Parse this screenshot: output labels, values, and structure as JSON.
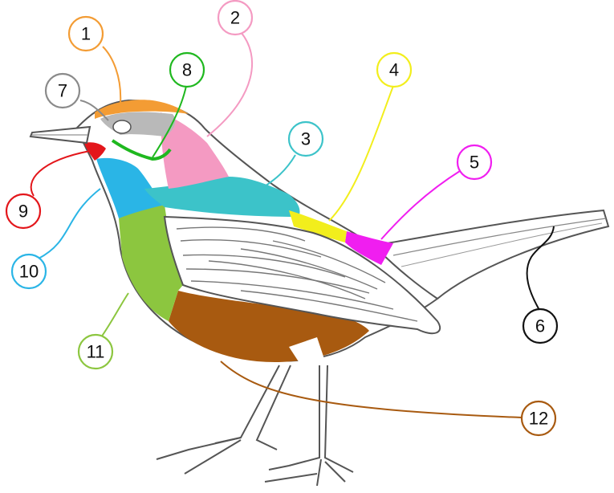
{
  "diagram": {
    "parts": [
      {
        "id": "crown",
        "number": "1",
        "color": "#f39c34"
      },
      {
        "id": "nape",
        "number": "2",
        "color": "#f49ac2"
      },
      {
        "id": "mantle",
        "number": "3",
        "color": "#3cc3c9"
      },
      {
        "id": "back",
        "number": "4",
        "color": "#f2ee1c"
      },
      {
        "id": "rump",
        "number": "5",
        "color": "#f01ef0"
      },
      {
        "id": "tail",
        "number": "6",
        "color": "#111111"
      },
      {
        "id": "eye-ring",
        "number": "7",
        "color": "#8a8a8a"
      },
      {
        "id": "eye-stripe",
        "number": "8",
        "color": "#1fb81f"
      },
      {
        "id": "chin",
        "number": "9",
        "color": "#e3161b"
      },
      {
        "id": "throat",
        "number": "10",
        "color": "#2ab5e6"
      },
      {
        "id": "breast",
        "number": "11",
        "color": "#8cc63f"
      },
      {
        "id": "belly",
        "number": "12",
        "color": "#a85a10"
      }
    ],
    "outline_color": "#555555",
    "wing_color": "#ffffff"
  }
}
